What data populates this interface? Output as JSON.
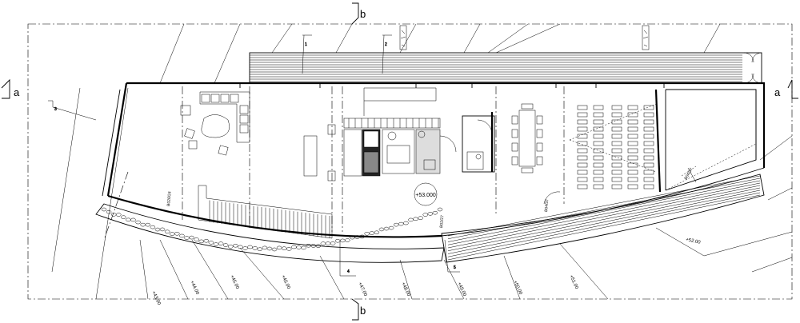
{
  "section_markers": {
    "a_left": "a",
    "a_right": "a",
    "b_top": "b",
    "b_bottom": "b"
  },
  "view_markers": [
    "1",
    "2",
    "3",
    "4",
    "5"
  ],
  "center_level": "+53.000",
  "contours": [
    "+43.00",
    "+44.00",
    "+45.00",
    "+46.00",
    "+47.00",
    "+48.00",
    "+49.00",
    "+50.00",
    "+51.00",
    "+52.00"
  ],
  "small_tags": [
    "B026/24",
    "B02/27",
    "B04/37",
    "B04/37"
  ]
}
